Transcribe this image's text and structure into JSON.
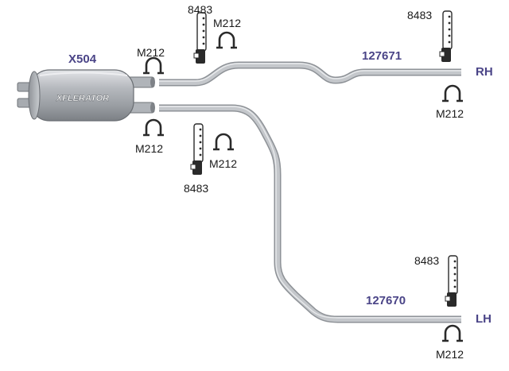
{
  "colors": {
    "accent": "#4a4487",
    "pipe": "#b9bcc1",
    "pipe_edge": "#8e9297",
    "hardware": "#2a2a2a",
    "text": "#1a1a1a"
  },
  "muffler": {
    "part_number": "X504",
    "brand_text": "XFLERATOR"
  },
  "pipes": {
    "right": {
      "part_number": "127671",
      "side": "RH"
    },
    "left": {
      "part_number": "127670",
      "side": "LH"
    }
  },
  "hardware": {
    "clamp": "M212",
    "hanger": "8483"
  },
  "icons": [
    "muffler-icon",
    "pipe-clamp-icon",
    "hanger-icon"
  ]
}
